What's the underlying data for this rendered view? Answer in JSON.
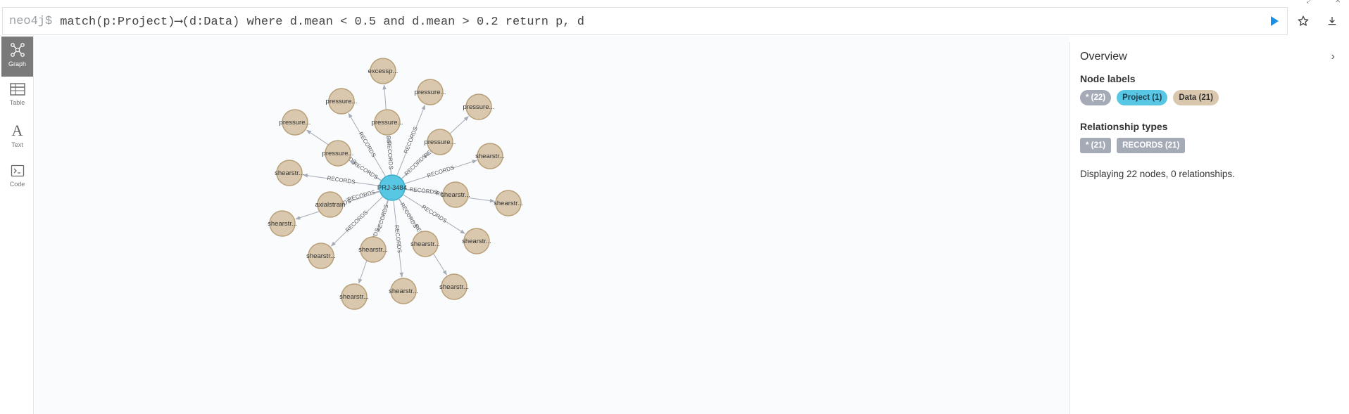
{
  "query": {
    "prompt": "neo4j$",
    "text": "match(p:Project)⟶(d:Data) where d.mean < 0.5 and d.mean > 0.2 return p, d"
  },
  "toolbar": {
    "run_icon": "play-icon",
    "favorite_icon": "star-icon",
    "download_icon": "download-icon"
  },
  "sidebar": {
    "items": [
      {
        "label": "Graph",
        "icon": "graph-icon",
        "active": true
      },
      {
        "label": "Table",
        "icon": "table-icon",
        "active": false
      },
      {
        "label": "Text",
        "icon": "text-icon",
        "active": false
      },
      {
        "label": "Code",
        "icon": "code-icon",
        "active": false
      }
    ]
  },
  "graph": {
    "center": {
      "label": "PRJ-3484",
      "color": "#57c7e3"
    },
    "data_node_color": "#d9c8ae",
    "relationship_label": "RECORDS",
    "nodes": [
      {
        "label": "excessp..."
      },
      {
        "label": "pressure..."
      },
      {
        "label": "pressure..."
      },
      {
        "label": "pressure..."
      },
      {
        "label": "pressure..."
      },
      {
        "label": "pressure..."
      },
      {
        "label": "pressure..."
      },
      {
        "label": "pressure..."
      },
      {
        "label": "shearstr..."
      },
      {
        "label": "shearstr..."
      },
      {
        "label": "shearstr..."
      },
      {
        "label": "shearstr..."
      },
      {
        "label": "axialstrain"
      },
      {
        "label": "shearstr..."
      },
      {
        "label": "shearstr..."
      },
      {
        "label": "shearstr..."
      },
      {
        "label": "shearstr..."
      },
      {
        "label": "shearstr..."
      },
      {
        "label": "shearstr..."
      },
      {
        "label": "shearstr..."
      },
      {
        "label": "shearstr..."
      }
    ]
  },
  "overview": {
    "title": "Overview",
    "node_labels_title": "Node labels",
    "node_labels": [
      {
        "text": "* (22)",
        "color": "#a5abb6"
      },
      {
        "text": "Project (1)",
        "color": "#57c7e3"
      },
      {
        "text": "Data (21)",
        "color": "#d9c8ae"
      }
    ],
    "rel_types_title": "Relationship types",
    "rel_types": [
      {
        "text": "* (21)",
        "color": "#a5abb6"
      },
      {
        "text": "RECORDS (21)",
        "color": "#a5abb6"
      }
    ],
    "summary": "Displaying 22 nodes, 0 relationships."
  }
}
